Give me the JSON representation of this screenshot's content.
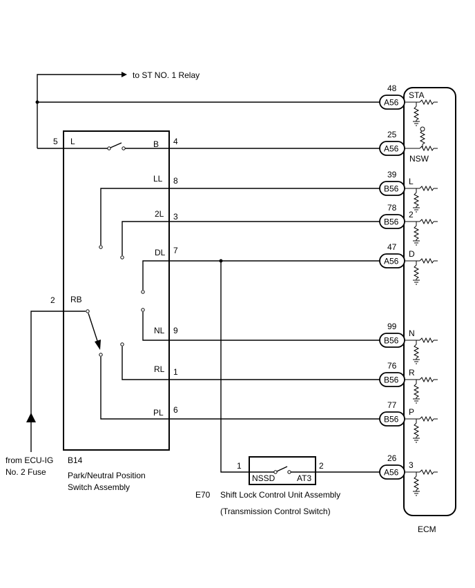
{
  "relay_label": "to ST NO. 1 Relay",
  "fuse_label_1": "from ECU-IG",
  "fuse_label_2": "No. 2 Fuse",
  "switch": {
    "code": "B14",
    "name_1": "Park/Neutral Position",
    "name_2": "Switch Assembly",
    "input_pin": "5",
    "input_terminal": "L",
    "output_terminal": "B",
    "output_pin": "4",
    "rb_pin": "2",
    "rb_terminal": "RB",
    "terminals": [
      {
        "label": "LL",
        "pin": "8"
      },
      {
        "label": "2L",
        "pin": "3"
      },
      {
        "label": "DL",
        "pin": "7"
      },
      {
        "label": "NL",
        "pin": "9"
      },
      {
        "label": "RL",
        "pin": "1"
      },
      {
        "label": "PL",
        "pin": "6"
      }
    ]
  },
  "shift_lock": {
    "code": "E70",
    "name": "Shift Lock Control Unit Assembly",
    "sub_name": "(Transmission Control Switch)",
    "pin_left": "1",
    "pin_right": "2",
    "term_left": "NSSD",
    "term_right": "AT3"
  },
  "ecm": {
    "label": "ECM",
    "rows": [
      {
        "connector": "A56",
        "pin": "48",
        "terminal": "STA"
      },
      {
        "connector": "A56",
        "pin": "25",
        "terminal": "NSW"
      },
      {
        "connector": "B56",
        "pin": "39",
        "terminal": "L"
      },
      {
        "connector": "B56",
        "pin": "78",
        "terminal": "2"
      },
      {
        "connector": "A56",
        "pin": "47",
        "terminal": "D"
      },
      {
        "connector": "B56",
        "pin": "99",
        "terminal": "N"
      },
      {
        "connector": "B56",
        "pin": "76",
        "terminal": "R"
      },
      {
        "connector": "B56",
        "pin": "77",
        "terminal": "P"
      },
      {
        "connector": "A56",
        "pin": "26",
        "terminal": "3"
      }
    ]
  }
}
